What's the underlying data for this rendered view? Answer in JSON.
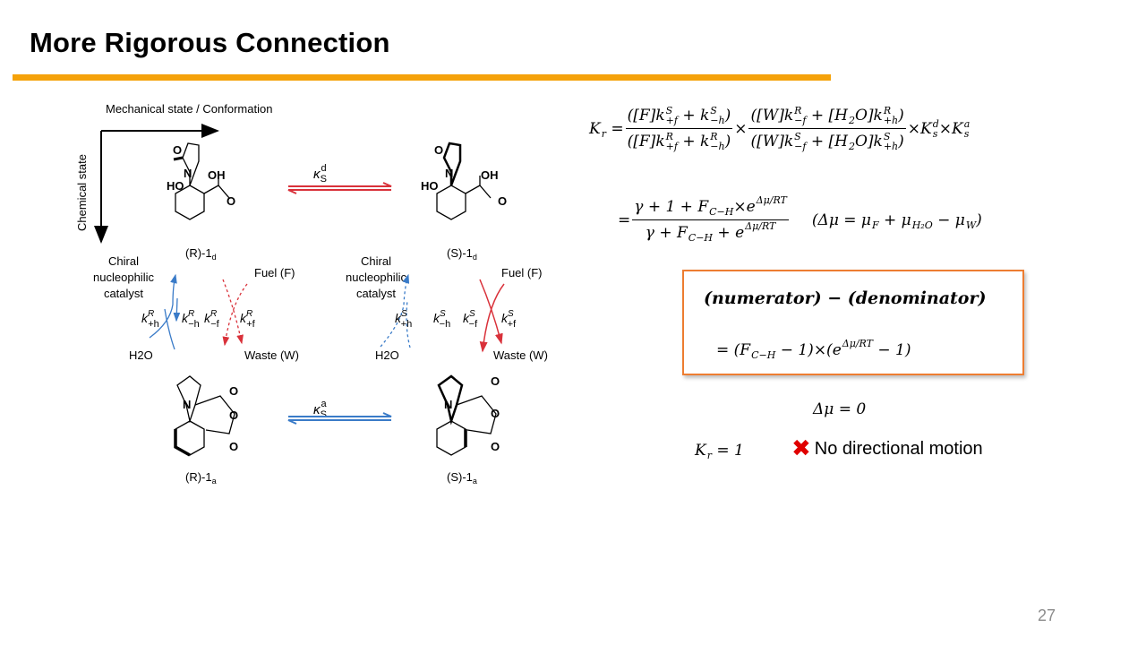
{
  "slide": {
    "title": "More Rigorous Connection",
    "page_number": "27",
    "accent_color": "#F5A20A",
    "box_color": "#ED7D31"
  },
  "diagram": {
    "x_axis_label": "Mechanical state / Conformation",
    "y_axis_label": "Chemical state",
    "compounds": {
      "r_d": "(R)-1",
      "r_d_sub": "d",
      "s_d": "(S)-1",
      "s_d_sub": "d",
      "r_a": "(R)-1",
      "r_a_sub": "a",
      "s_a": "(S)-1",
      "s_a_sub": "a"
    },
    "kappa_d": {
      "base": "κ",
      "sup": "d",
      "sub": "S"
    },
    "kappa_a": {
      "base": "κ",
      "sup": "a",
      "sub": "S"
    },
    "catalyst_lines": [
      "Chiral",
      "nucleophilic",
      "catalyst"
    ],
    "fuel": "Fuel (F)",
    "waste": "Waste (W)",
    "water": "H2O",
    "rates_R": [
      {
        "sup": "R",
        "sub": "+h"
      },
      {
        "sup": "R",
        "sub": "−h"
      },
      {
        "sup": "R",
        "sub": "−f"
      },
      {
        "sup": "R",
        "sub": "+f"
      }
    ],
    "rates_S": [
      {
        "sup": "S",
        "sub": "+h"
      },
      {
        "sup": "S",
        "sub": "−h"
      },
      {
        "sup": "S",
        "sub": "−f"
      },
      {
        "sup": "S",
        "sub": "+f"
      }
    ],
    "rate_base": "k",
    "colors": {
      "red": "#D9313A",
      "blue": "#3A7BC8"
    }
  },
  "equations": {
    "eq1": {
      "lhs": [
        {
          "t": "K",
          "sub": "r"
        },
        {
          "t": " ="
        }
      ],
      "num1": [
        {
          "t": "([F]k",
          "sup": "S",
          "sub": "+f"
        },
        {
          "t": " + k",
          "sup": "S",
          "sub": "−h"
        },
        {
          "t": ")"
        }
      ],
      "den1": [
        {
          "t": "([F]k",
          "sup": "R",
          "sub": "+f"
        },
        {
          "t": " + k",
          "sup": "R",
          "sub": "−h"
        },
        {
          "t": ")"
        }
      ],
      "times": [
        {
          "t": "×"
        }
      ],
      "num2": [
        {
          "t": "([W]k",
          "sup": "R",
          "sub": "−f"
        },
        {
          "t": " + [H",
          "sub": "2"
        },
        {
          "t": "O]k",
          "sup": "R",
          "sub": "+h"
        },
        {
          "t": ")"
        }
      ],
      "den2": [
        {
          "t": "([W]k",
          "sup": "S",
          "sub": "−f"
        },
        {
          "t": " + [H",
          "sub": "2"
        },
        {
          "t": "O]k",
          "sup": "S",
          "sub": "+h"
        },
        {
          "t": ")"
        }
      ],
      "tail": [
        {
          "t": "×K",
          "sup": "d",
          "sub": "s"
        },
        {
          "t": "×K",
          "sup": "a",
          "sub": "s"
        }
      ]
    },
    "eq2": {
      "lhs": [
        {
          "t": "="
        }
      ],
      "num": [
        {
          "t": "γ + 1 + F",
          "sub": "C−H"
        },
        {
          "t": "×e",
          "up": "Δμ/RT"
        }
      ],
      "den": [
        {
          "t": "γ + F",
          "sub": "C−H"
        },
        {
          "t": " + e",
          "up": "Δμ/RT"
        }
      ],
      "note": [
        {
          "t": "(Δμ = μ",
          "sub": "F"
        },
        {
          "t": " + μ",
          "sub": "H₂O"
        },
        {
          "t": " − μ",
          "sub": "W"
        },
        {
          "t": ")"
        }
      ]
    },
    "box_line1": [
      {
        "t": "(numerator) − (denominator)"
      }
    ],
    "box_line2": [
      {
        "t": "= (F",
        "sub": "C−H"
      },
      {
        "t": " − 1)×(e",
        "up": "Δμ/RT"
      },
      {
        "t": " − 1)"
      }
    ],
    "delta_mu_zero": [
      {
        "t": "Δμ = 0"
      }
    ],
    "kr_one": [
      {
        "t": "K",
        "sub": "r"
      },
      {
        "t": " = 1"
      }
    ],
    "conclusion": "No directional motion",
    "conclusion_icon": "red-cross-icon"
  }
}
